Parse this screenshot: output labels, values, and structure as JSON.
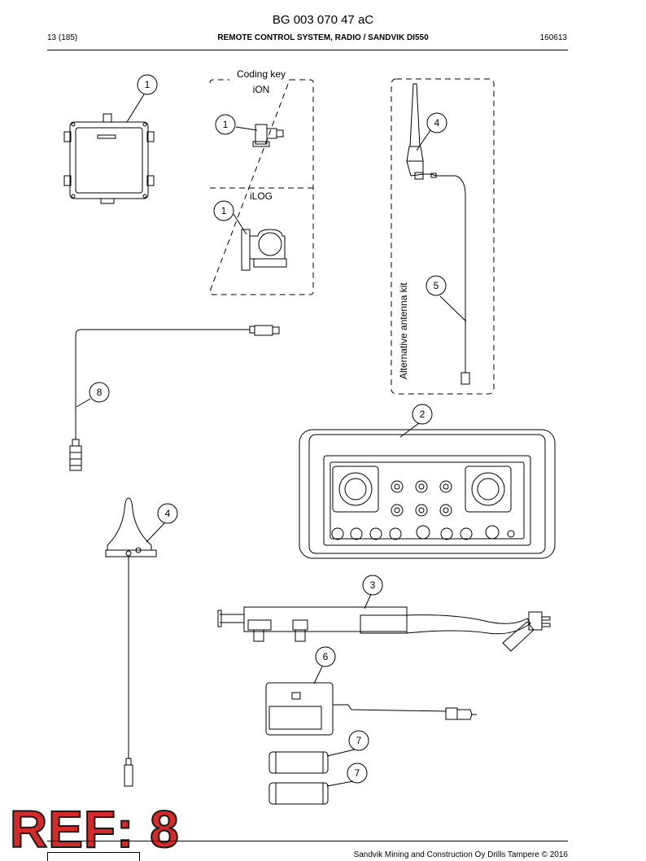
{
  "header": {
    "doc_code": "BG 003 070 47 aC",
    "page": "13 (185)",
    "title": "REMOTE CONTROL SYSTEM, RADIO / SANDVIK DI550",
    "date": "160613"
  },
  "drawing": {
    "labels": {
      "coding_key": "Coding key",
      "ion": "iON",
      "ilog": "iLOG",
      "alt_antenna": "Alternative antenna kit"
    },
    "callouts": {
      "c1a": "1",
      "c1b": "1",
      "c1c": "1",
      "c4a": "4",
      "c5": "5",
      "c8": "8",
      "c2": "2",
      "c4b": "4",
      "c3": "3",
      "c6": "6",
      "c7a": "7",
      "c7b": "7"
    }
  },
  "stamp": {
    "text": "REF: 8"
  },
  "footer": {
    "text": "Sandvik Mining and Construction Oy Drills Tampere © 2016"
  }
}
